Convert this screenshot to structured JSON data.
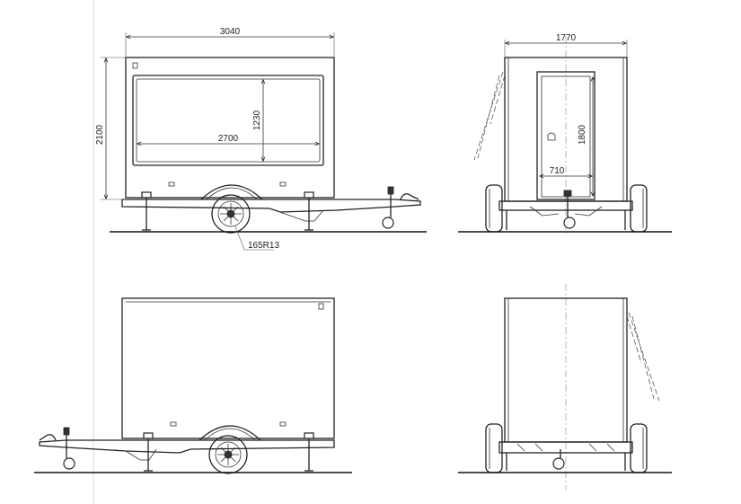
{
  "dimensions": {
    "overall_length": "3040",
    "overall_height": "2100",
    "window_width": "2700",
    "window_height": "1230",
    "overall_width": "1770",
    "door_height": "1800",
    "door_width": "710",
    "tire_size": "165R13"
  }
}
